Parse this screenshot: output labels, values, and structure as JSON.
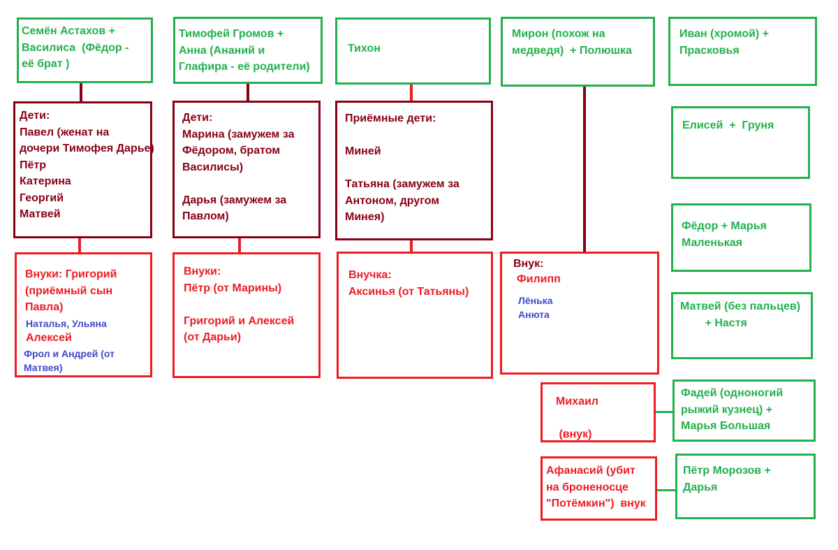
{
  "colors": {
    "green": "#22b14c",
    "dark_red": "#880015",
    "red": "#ed1c24",
    "blue": "#3f48cc"
  },
  "column1": {
    "parents": "Семён Астахов +\nВасилиса  (Фёдор -\nеё брат )",
    "children": "Дети:\nПавел (женат на\nдочери Тимофея Дарье)\nПётр\nКатерина\nГеоргий\nМатвей",
    "grandchildren_head": "Внуки: Григорий\n(приёмный сын\nПавла)",
    "grandchildren_blue1": "Наталья, Ульяна",
    "grandchildren_red2": "Алексей",
    "grandchildren_blue2": "Фрол и Андрей (от\nМатвея)"
  },
  "column2": {
    "parents": "Тимофей Громов +\nАнна (Ананий и\nГлафира - её родители)",
    "children": "Дети:\nМарина (замужем за\nФёдором, братом\nВасилисы)\n\nДарья (замужем за\nПавлом)",
    "grandchildren": "Внуки:\nПётр (от Марины)\n\nГригорий и Алексей\n(от Дарьи)"
  },
  "column3": {
    "parents": "Тихон",
    "children": "Приёмные дети:\n\nМиней\n\nТатьяна (замужем за\nАнтоном, другом\nМинея)",
    "grandchildren": "Внучка:\nАксинья (от Татьяны)"
  },
  "column4": {
    "parents": "Мирон (похож на\nмедведя)  + Полюшка",
    "grandchild_head": "Внук:",
    "grandchild_name": "Филипп",
    "grandchild_blue": "Лёнька\nАнюта",
    "mikhail": "Михаил\n\n (внук)",
    "afanasiy": "Афанасий (убит\nна броненосце\n\"Потёмкин\")  внук"
  },
  "column5": {
    "ivan": "Иван (хромой) +\nПрасковья",
    "elisey": "Елисей  +  Груня",
    "fyodor": "Фёдор + Марья\nМаленькая",
    "matvey": "Матвей (без пальцев)\n        + Настя",
    "fadey": "Фадей (одноногий\nрыжий кузнец) +\nМарья Большая",
    "pyotr": "Пётр Морозов +\nДарья"
  }
}
